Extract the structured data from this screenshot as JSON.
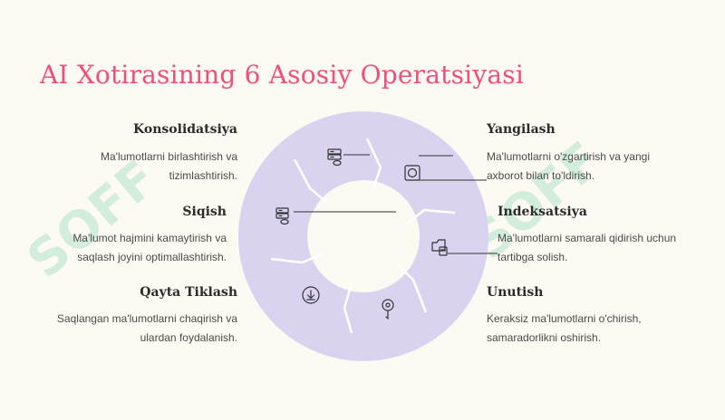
{
  "slide": {
    "title": "AI Xotirasining 6 Asosiy Operatsiyasi",
    "colors": {
      "background": "#fdfaf3",
      "title": "#ee4f7d",
      "ring": "#d9d3f0",
      "ring_divider": "#ffffff",
      "connector": "#333333",
      "watermark": "#58c99a"
    }
  },
  "operations": [
    {
      "id": "konsolidatsiya",
      "title": "Konsolidatsiya",
      "desc": "Ma'lumotlarni birlashtirish va tizimlashtirish.",
      "icon": "database-icon"
    },
    {
      "id": "siqish",
      "title": "Siqish",
      "desc": "Ma'lumot hajmini kamaytirish va saqlash joyini optimallashtirish.",
      "icon": "server-icon"
    },
    {
      "id": "qayta-tiklash",
      "title": "Qayta Tiklash",
      "desc": "Saqlangan ma'lumotlarni chaqirish va ulardan foydalanish.",
      "icon": "download-icon"
    },
    {
      "id": "yangilash",
      "title": "Yangilash",
      "desc": "Ma'lumotlarni o'zgartirish va yangi axborot bilan to'ldirish.",
      "icon": "refresh-icon"
    },
    {
      "id": "indeksatsiya",
      "title": "Indeksatsiya",
      "desc": "Ma'lumotlarni samarali qidirish uchun tartibga solish.",
      "icon": "folder-icon"
    },
    {
      "id": "unutish",
      "title": "Unutish",
      "desc": "Keraksiz ma'lumotlarni o'chirish, samaradorlikni oshirish.",
      "icon": "pointer-icon"
    }
  ],
  "watermark": {
    "text": "SOFF"
  }
}
